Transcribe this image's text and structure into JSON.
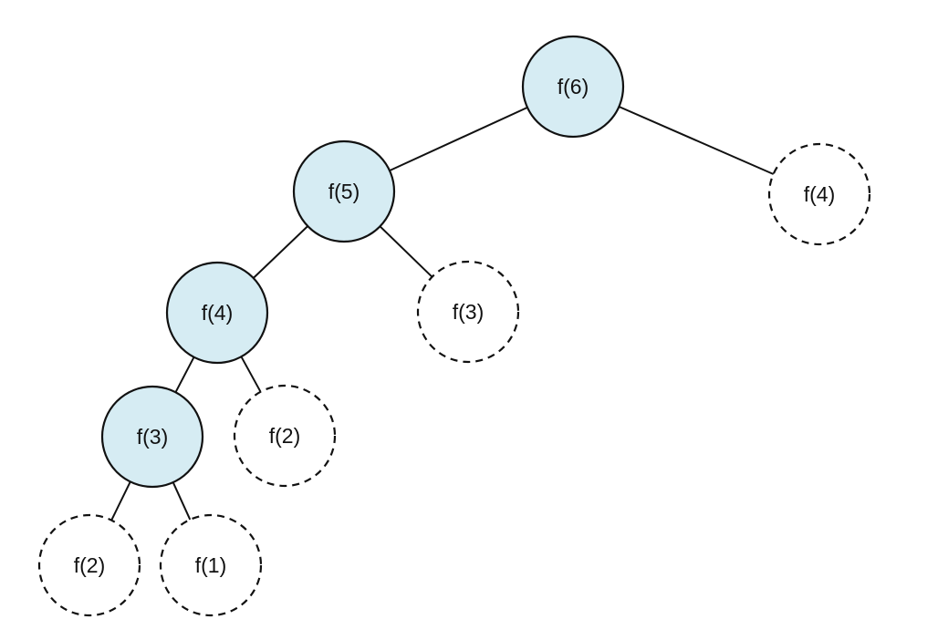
{
  "colors": {
    "computed_fill": "#d6ecf3",
    "stroke": "#111111",
    "background": "#ffffff"
  },
  "nodes": [
    {
      "id": "f6",
      "label": "f(6)",
      "style": "computed"
    },
    {
      "id": "f5",
      "label": "f(5)",
      "style": "computed"
    },
    {
      "id": "f4-right",
      "label": "f(4)",
      "style": "pending"
    },
    {
      "id": "f4",
      "label": "f(4)",
      "style": "computed"
    },
    {
      "id": "f3-right",
      "label": "f(3)",
      "style": "pending"
    },
    {
      "id": "f3",
      "label": "f(3)",
      "style": "computed"
    },
    {
      "id": "f2-right",
      "label": "f(2)",
      "style": "pending"
    },
    {
      "id": "f2",
      "label": "f(2)",
      "style": "pending"
    },
    {
      "id": "f1",
      "label": "f(1)",
      "style": "pending"
    }
  ],
  "edges": [
    [
      "f6",
      "f5"
    ],
    [
      "f6",
      "f4-right"
    ],
    [
      "f5",
      "f4"
    ],
    [
      "f5",
      "f3-right"
    ],
    [
      "f4",
      "f3"
    ],
    [
      "f4",
      "f2-right"
    ],
    [
      "f3",
      "f2"
    ],
    [
      "f3",
      "f1"
    ]
  ]
}
